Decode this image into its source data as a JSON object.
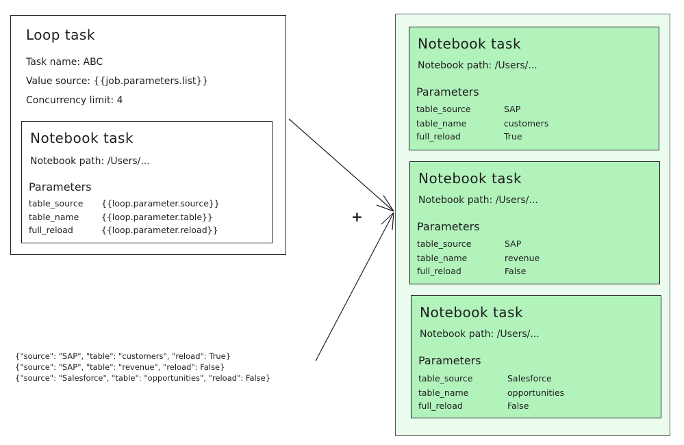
{
  "loop_task": {
    "title": "Loop task",
    "task_name": "Task name: ABC",
    "value_source": "Value source: {{job.parameters.list}}",
    "concurrency_limit": "Concurrency limit: 4",
    "notebook": {
      "title": "Notebook task",
      "path": "Notebook path: /Users/...",
      "params_heading": "Parameters",
      "params": [
        {
          "key": "table_source",
          "value": "{{loop.parameter.source}}"
        },
        {
          "key": "table_name",
          "value": "{{loop.parameter.table}}"
        },
        {
          "key": "full_reload",
          "value": "{{loop.parameter.reload}}"
        }
      ]
    }
  },
  "plus_symbol": "+",
  "input_values": [
    "{\"source\": \"SAP\", \"table\": \"customers\", \"reload\": True}",
    "{\"source\": \"SAP\", \"table\": \"revenue\", \"reload\": False}",
    "{\"source\": \"Salesforce\", \"table\": \"opportunities\", \"reload\": False}"
  ],
  "iterations": [
    {
      "title": "Notebook task",
      "path": "Notebook path: /Users/...",
      "params_heading": "Parameters",
      "params": [
        {
          "key": "table_source",
          "value": "SAP"
        },
        {
          "key": "table_name",
          "value": "customers"
        },
        {
          "key": "full_reload",
          "value": "True"
        }
      ]
    },
    {
      "title": "Notebook task",
      "path": "Notebook path: /Users/...",
      "params_heading": "Parameters",
      "params": [
        {
          "key": "table_source",
          "value": "SAP"
        },
        {
          "key": "table_name",
          "value": "revenue"
        },
        {
          "key": "full_reload",
          "value": "False"
        }
      ]
    },
    {
      "title": "Notebook task",
      "path": "Notebook path: /Users/...",
      "params_heading": "Parameters",
      "params": [
        {
          "key": "table_source",
          "value": "Salesforce"
        },
        {
          "key": "table_name",
          "value": "opportunities"
        },
        {
          "key": "full_reload",
          "value": "False"
        }
      ]
    }
  ],
  "colors": {
    "card_fill": "#b2f2bb",
    "container_fill": "#ebfbee",
    "stroke": "#1e1e1e"
  }
}
